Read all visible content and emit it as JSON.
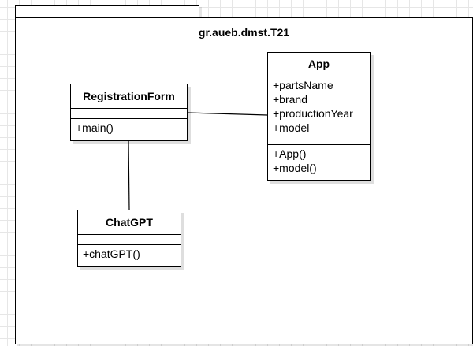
{
  "package": {
    "name": "gr.aueb.dmst.T21"
  },
  "classes": {
    "app": {
      "name": "App",
      "attributes": [
        "+partsName",
        "+brand",
        "+productionYear",
        "+model"
      ],
      "operations": [
        "+App()",
        "+model()"
      ]
    },
    "registration_form": {
      "name": "RegistrationForm",
      "attributes": [],
      "operations": [
        "+main()"
      ]
    },
    "chatgpt": {
      "name": "ChatGPT",
      "attributes": [],
      "operations": [
        "+chatGPT()"
      ]
    }
  },
  "associations": [
    {
      "from": "RegistrationForm",
      "to": "App"
    },
    {
      "from": "RegistrationForm",
      "to": "ChatGPT"
    }
  ]
}
